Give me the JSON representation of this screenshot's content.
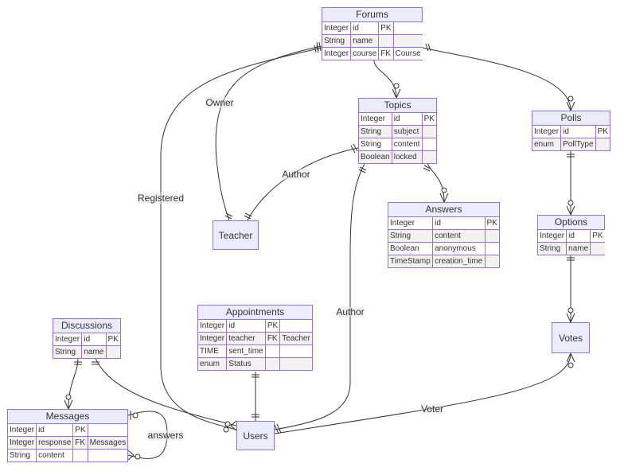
{
  "diagram": {
    "type": "entity-relationship",
    "colors": {
      "entity_fill": "#ececff",
      "entity_border": "#9370db",
      "row_alt": "#f2f2f2",
      "edge": "#333333"
    },
    "entities": {
      "forums": {
        "name": "Forums",
        "rows": [
          [
            "Integer",
            "id",
            "PK",
            ""
          ],
          [
            "String",
            "name",
            "",
            ""
          ],
          [
            "Integer",
            "course",
            "FK",
            "Course"
          ]
        ]
      },
      "topics": {
        "name": "Topics",
        "rows": [
          [
            "Integer",
            "id",
            "PK"
          ],
          [
            "String",
            "subject",
            ""
          ],
          [
            "String",
            "content",
            ""
          ],
          [
            "Boolean",
            "locked",
            ""
          ]
        ]
      },
      "polls": {
        "name": "Polls",
        "rows": [
          [
            "Integer",
            "id",
            "PK"
          ],
          [
            "enum",
            "PollType",
            ""
          ]
        ]
      },
      "answers": {
        "name": "Answers",
        "rows": [
          [
            "Integer",
            "id",
            "PK"
          ],
          [
            "String",
            "content",
            ""
          ],
          [
            "Boolean",
            "anonymous",
            ""
          ],
          [
            "TimeStamp",
            "creation_time",
            ""
          ]
        ]
      },
      "options": {
        "name": "Options",
        "rows": [
          [
            "Integer",
            "id",
            "PK"
          ],
          [
            "String",
            "name",
            ""
          ]
        ]
      },
      "appointments": {
        "name": "Appointments",
        "rows": [
          [
            "Integer",
            "id",
            "PK",
            ""
          ],
          [
            "Integer",
            "teacher",
            "FK",
            "Teacher"
          ],
          [
            "TIME",
            "sent_time",
            "",
            ""
          ],
          [
            "enum",
            "Status",
            "",
            ""
          ]
        ]
      },
      "discussions": {
        "name": "Discussions",
        "rows": [
          [
            "Integer",
            "id",
            "PK"
          ],
          [
            "String",
            "name",
            ""
          ]
        ]
      },
      "messages": {
        "name": "Messages",
        "rows": [
          [
            "Integer",
            "id",
            "PK",
            ""
          ],
          [
            "Integer",
            "response",
            "FK",
            "Messages"
          ],
          [
            "String",
            "content",
            "",
            ""
          ]
        ]
      },
      "teacher": {
        "name": "Teacher"
      },
      "users": {
        "name": "Users"
      },
      "votes": {
        "name": "Votes"
      }
    },
    "relationships": [
      {
        "from": "Forums",
        "to": "Teacher",
        "label": "Owner"
      },
      {
        "from": "Forums",
        "to": "Users",
        "label": "Registered"
      },
      {
        "from": "Forums",
        "to": "Topics",
        "label": ""
      },
      {
        "from": "Forums",
        "to": "Polls",
        "label": ""
      },
      {
        "from": "Topics",
        "to": "Teacher",
        "label": "Author"
      },
      {
        "from": "Topics",
        "to": "Answers",
        "label": ""
      },
      {
        "from": "Topics",
        "to": "Users",
        "label": "Author"
      },
      {
        "from": "Polls",
        "to": "Options",
        "label": ""
      },
      {
        "from": "Options",
        "to": "Votes",
        "label": ""
      },
      {
        "from": "Votes",
        "to": "Users",
        "label": "Voter"
      },
      {
        "from": "Appointments",
        "to": "Users",
        "label": ""
      },
      {
        "from": "Discussions",
        "to": "Messages",
        "label": ""
      },
      {
        "from": "Discussions",
        "to": "Users",
        "label": ""
      },
      {
        "from": "Messages",
        "to": "Messages",
        "label": "answers"
      }
    ],
    "edge_labels": {
      "owner": "Owner",
      "registered": "Registered",
      "author_teacher": "Author",
      "author_users": "Author",
      "voter": "Voter",
      "answers": "answers"
    }
  }
}
